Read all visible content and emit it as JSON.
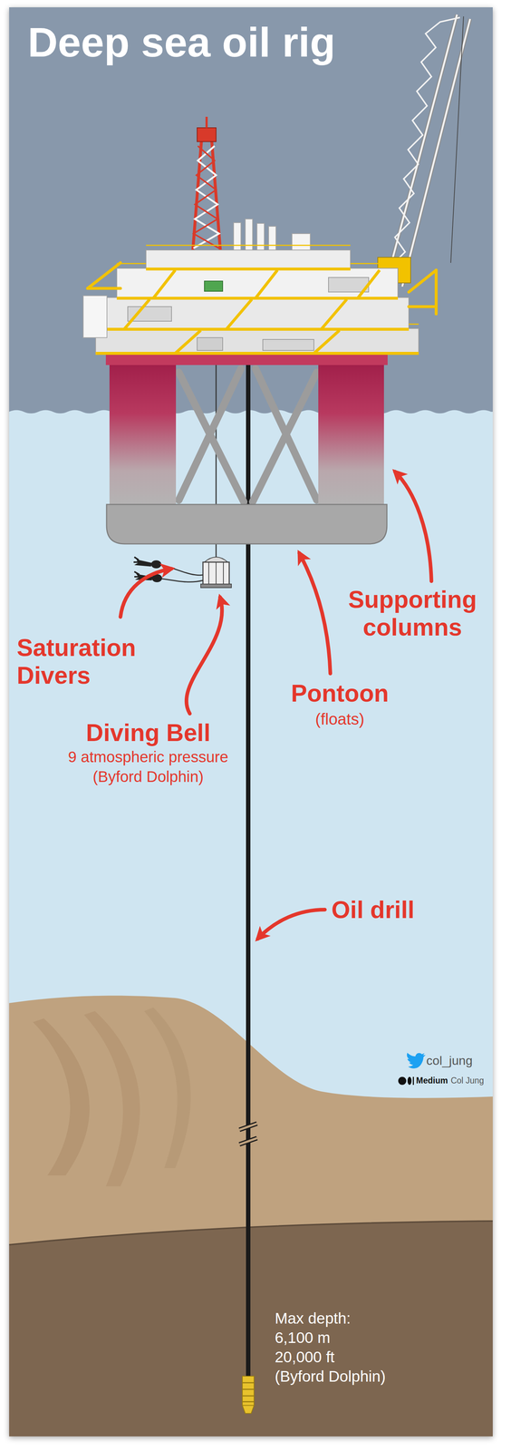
{
  "diagram": {
    "title": "Deep sea oil rig",
    "labels": [
      "Supporting columns",
      "Saturation Divers",
      "Pontoon",
      "(floats)",
      "Diving Bell",
      "9 atmospheric pressure",
      "(Byford Dolphin)",
      "Oil drill",
      "col_jung",
      "Medium",
      "Col Jung",
      "Max depth:",
      "6,100 m",
      "20,000 ft",
      "(Byford Dolphin)"
    ]
  }
}
